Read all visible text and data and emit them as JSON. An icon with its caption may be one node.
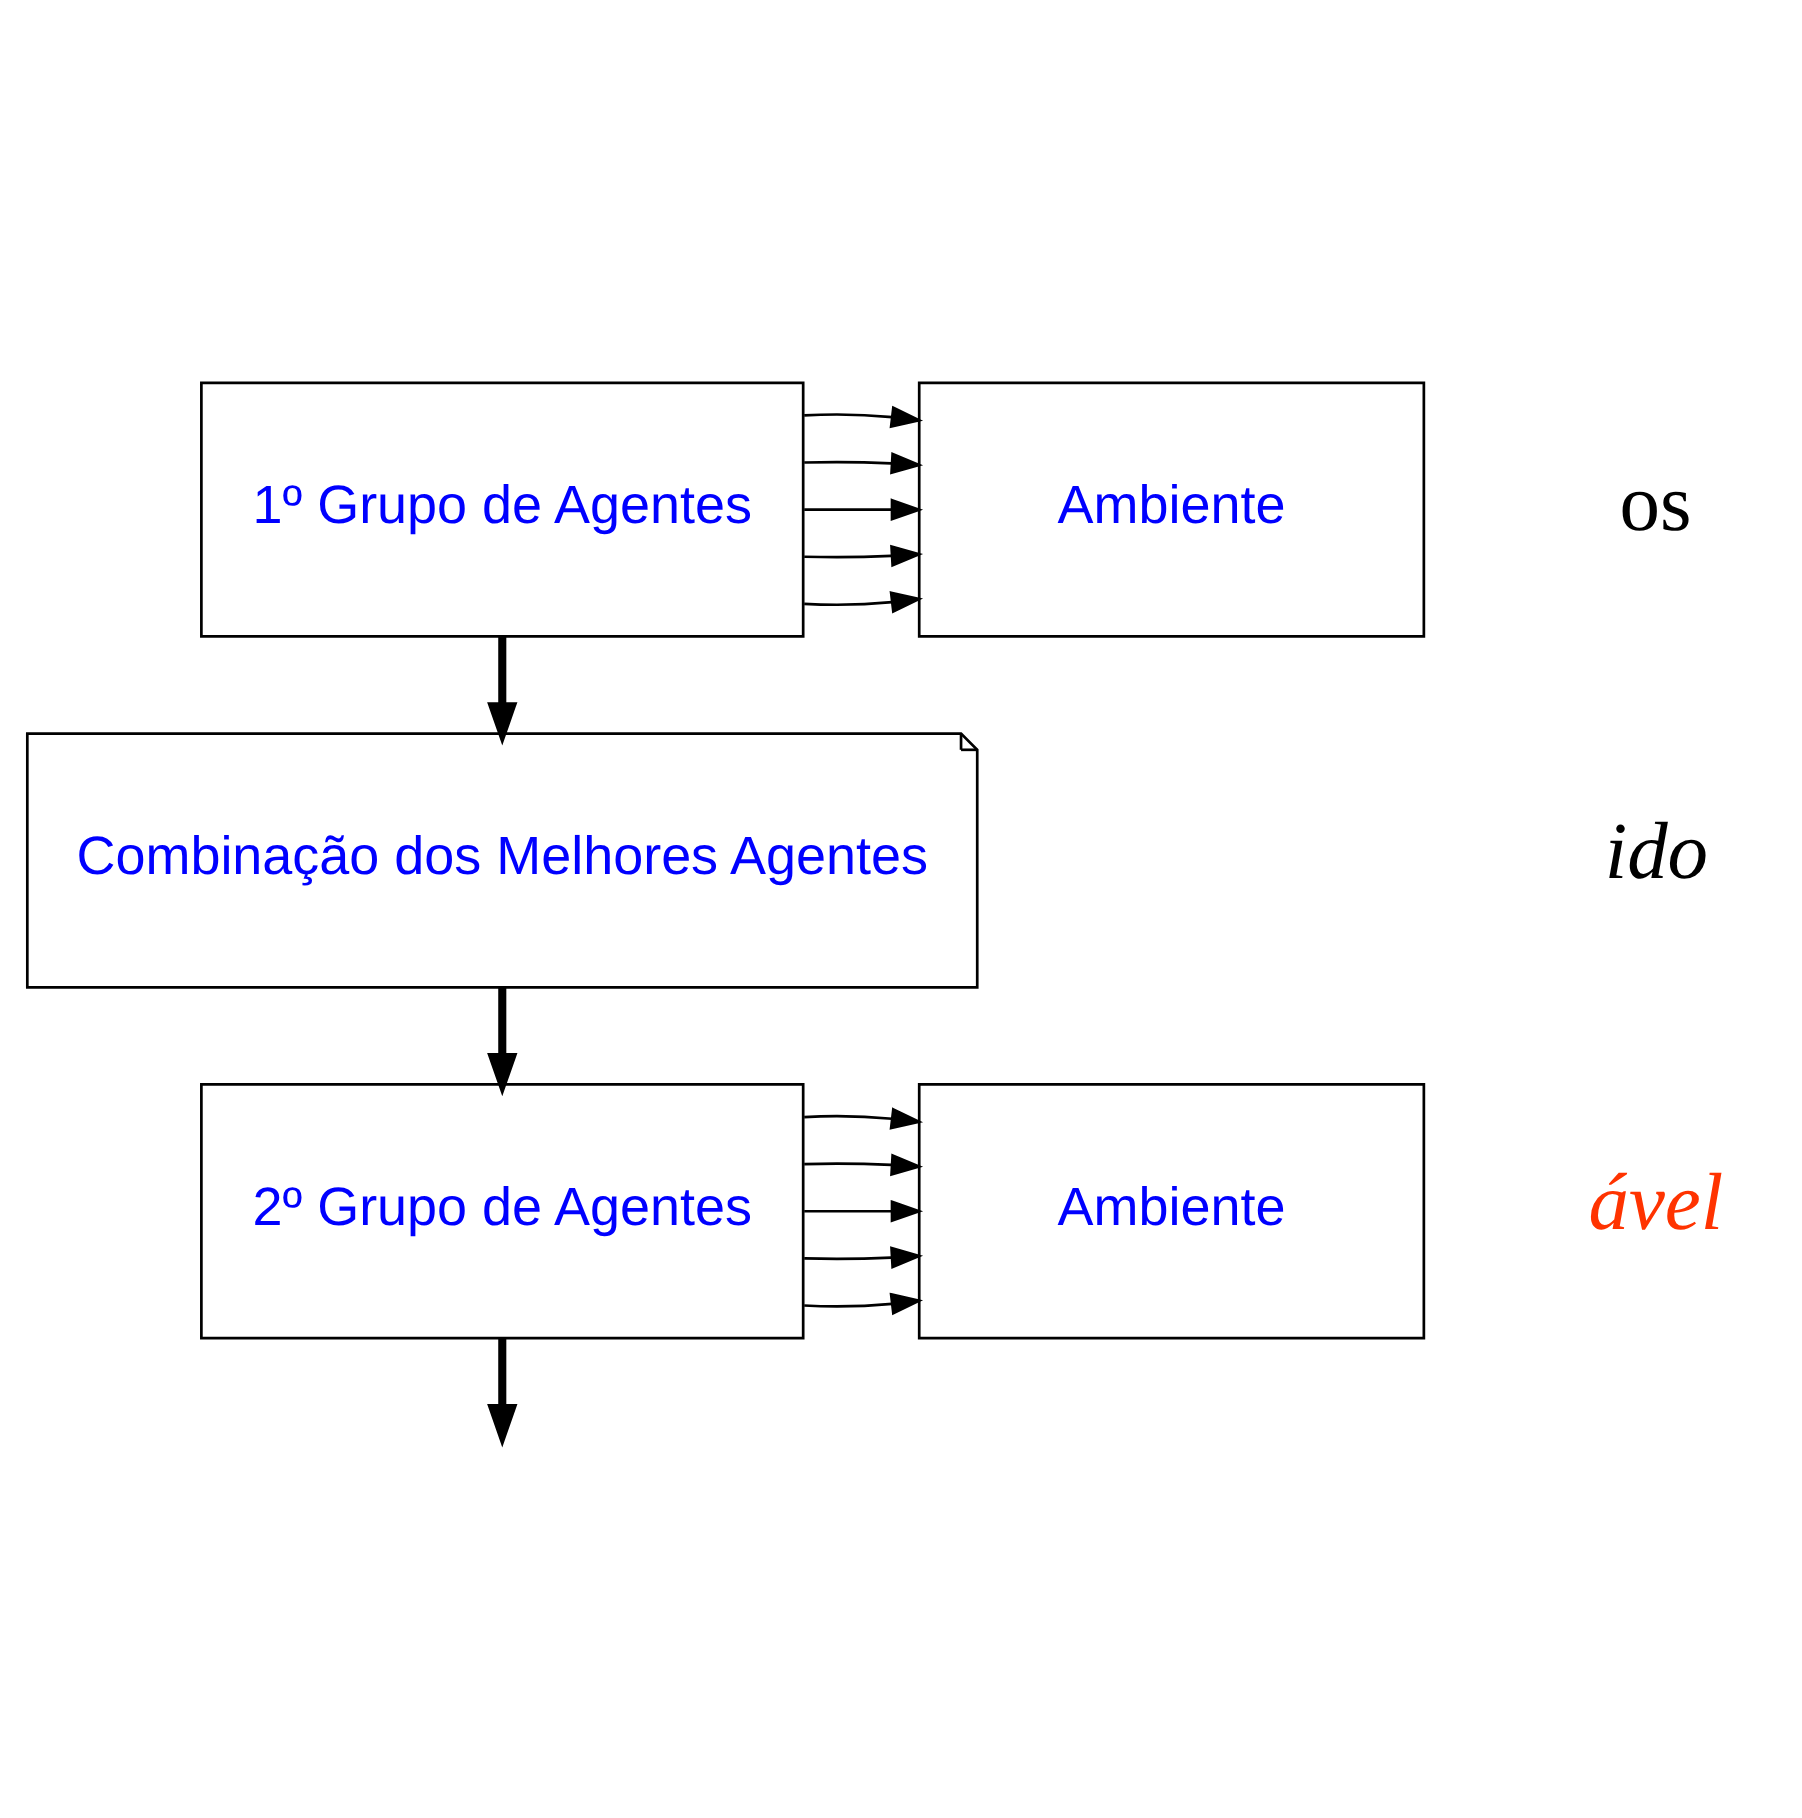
{
  "diagram": {
    "nodes": [
      {
        "text": [
          "Ambiente"
        ]
      },
      {
        "text": [
          "1º Grupo de Agentes"
        ]
      },
      {
        "text": [
          "Combinação dos Melhores Agentes"
        ]
      },
      {
        "text": [
          "Ambiente"
        ]
      },
      {
        "text": [
          "2º Grupo de Agentes"
        ]
      }
    ],
    "edges": [
      {
        "from": 1,
        "to": 0,
        "arrow": "to"
      },
      {
        "from": 1,
        "to": 0,
        "arrow": "to"
      },
      {
        "from": 1,
        "to": 0,
        "arrow": "to"
      },
      {
        "from": 1,
        "to": 0,
        "arrow": "to"
      },
      {
        "from": 1,
        "to": 0,
        "arrow": "to"
      },
      {
        "from": 1,
        "to": 2,
        "arrow": "to",
        "style": "thick"
      },
      {
        "from": 2,
        "to": 4,
        "arrow": "to",
        "style": "thick"
      },
      {
        "from": 4,
        "to": 3,
        "arrow": "to"
      },
      {
        "from": 4,
        "to": 3,
        "arrow": "to"
      },
      {
        "from": 4,
        "to": 3,
        "arrow": "to"
      },
      {
        "from": 4,
        "to": 3,
        "arrow": "to"
      },
      {
        "from": 4,
        "to": 3,
        "arrow": "to"
      },
      {
        "from": 4,
        "to": null,
        "arrow": "to",
        "style": "thick"
      }
    ],
    "labels": [
      "os",
      "ido",
      "ável"
    ]
  }
}
